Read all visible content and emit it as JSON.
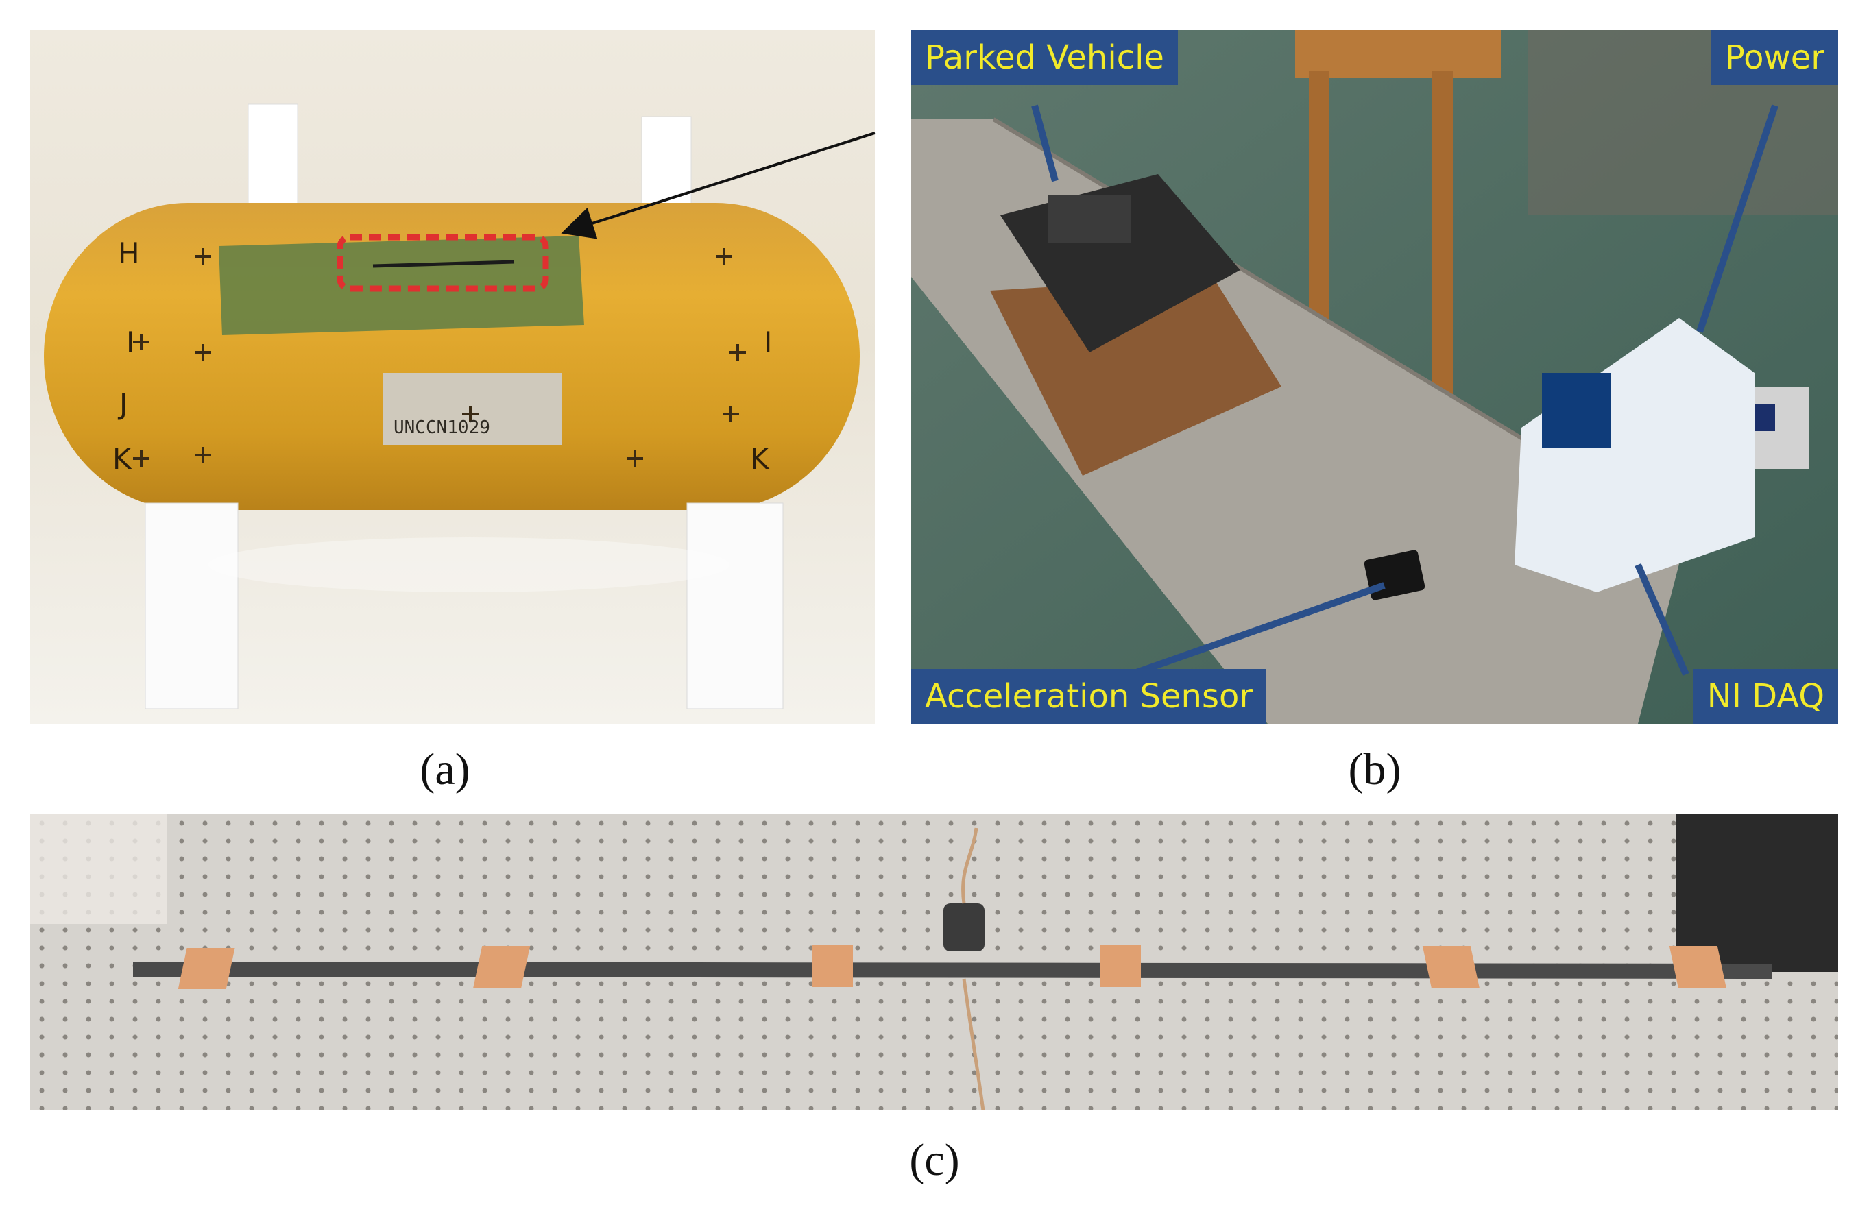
{
  "panels": {
    "a": {
      "caption": "(a)",
      "tank_markings": [
        "H",
        "I",
        "J",
        "K",
        "I",
        "K"
      ],
      "label_text": "UNCCN1029"
    },
    "b": {
      "caption": "(b)",
      "labels": {
        "parked_vehicle": "Parked Vehicle",
        "power": "Power",
        "acceleration_sensor": "Acceleration Sensor",
        "ni_daq": "NI DAQ"
      }
    },
    "c": {
      "caption": "(c)"
    }
  },
  "colors": {
    "tank": "#e2a62a",
    "highlight": "#e03030",
    "callout_bg": "#2a4f8a",
    "callout_text": "#f2ea2a",
    "table": "#d7d5d0",
    "rail": "#4a4a4a"
  }
}
